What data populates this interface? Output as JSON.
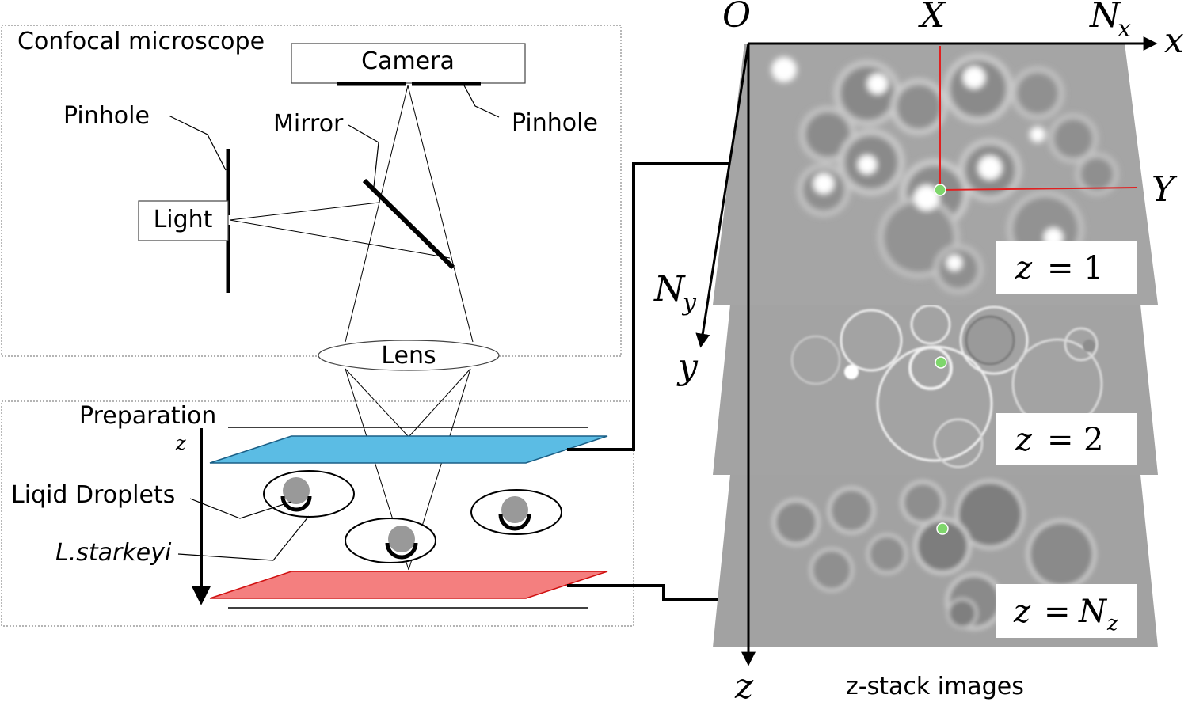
{
  "microscope": {
    "title": "Confocal microscope",
    "camera": "Camera",
    "pinhole_left": "Pinhole",
    "pinhole_right": "Pinhole",
    "mirror": "Mirror",
    "light": "Light",
    "lens": "Lens"
  },
  "preparation": {
    "title": "Preparation",
    "axis": "z",
    "droplets": "Liqid Droplets",
    "cell": "L.starkeyi"
  },
  "axes": {
    "origin": "O",
    "x_label": "x",
    "y_label": "y",
    "z_label": "z",
    "X": "X",
    "Y": "Y",
    "N": "N",
    "sub_x": "x",
    "sub_y": "y",
    "sub_z": "z"
  },
  "stack": {
    "caption": "z-stack images",
    "var": "z",
    "eq": "=",
    "slices": [
      "1",
      "2",
      "N"
    ],
    "last_sub": "z"
  },
  "colors": {
    "top_plane": "#5bbce4",
    "bottom_plane": "#f47f7f",
    "marker": "#7ed66b",
    "crosshair": "#e02020"
  }
}
